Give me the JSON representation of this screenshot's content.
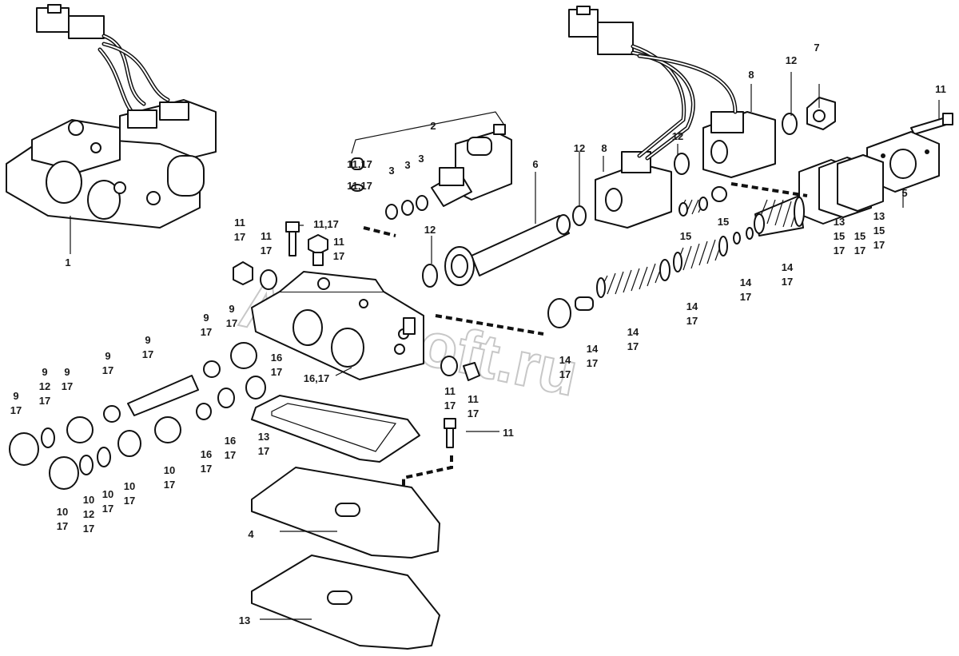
{
  "watermark": "AutoSoft.ru",
  "callouts": [
    {
      "id": "c1",
      "lines": [
        "1"
      ]
    },
    {
      "id": "c2",
      "lines": [
        "2"
      ]
    },
    {
      "id": "c3a",
      "lines": [
        "3"
      ]
    },
    {
      "id": "c3b",
      "lines": [
        "3"
      ]
    },
    {
      "id": "c3c",
      "lines": [
        "3"
      ]
    },
    {
      "id": "c4",
      "lines": [
        "4"
      ]
    },
    {
      "id": "c5",
      "lines": [
        "5"
      ]
    },
    {
      "id": "c6",
      "lines": [
        "6"
      ]
    },
    {
      "id": "c7",
      "lines": [
        "7"
      ]
    },
    {
      "id": "c8a",
      "lines": [
        "8"
      ]
    },
    {
      "id": "c8b",
      "lines": [
        "8"
      ]
    },
    {
      "id": "c11a",
      "lines": [
        "11"
      ]
    },
    {
      "id": "c11b",
      "lines": [
        "11"
      ]
    },
    {
      "id": "c12a",
      "lines": [
        "12"
      ]
    },
    {
      "id": "c12b",
      "lines": [
        "12"
      ]
    },
    {
      "id": "c12c",
      "lines": [
        "12"
      ]
    },
    {
      "id": "c12d",
      "lines": [
        "12"
      ]
    },
    {
      "id": "c1117a",
      "lines": [
        "11,17"
      ]
    },
    {
      "id": "c1117b",
      "lines": [
        "11,17"
      ]
    },
    {
      "id": "c1117c",
      "lines": [
        "11,17"
      ]
    },
    {
      "id": "c1117d",
      "lines": [
        "11",
        "17"
      ]
    },
    {
      "id": "c1117e",
      "lines": [
        "11",
        "17"
      ]
    },
    {
      "id": "c1117f",
      "lines": [
        "11",
        "17"
      ]
    },
    {
      "id": "c1117g",
      "lines": [
        "11",
        "17"
      ]
    },
    {
      "id": "c1117h",
      "lines": [
        "11",
        "17"
      ]
    },
    {
      "id": "c917a",
      "lines": [
        "9",
        "17"
      ]
    },
    {
      "id": "c917b",
      "lines": [
        "9",
        "17"
      ]
    },
    {
      "id": "c917c",
      "lines": [
        "9",
        "17"
      ]
    },
    {
      "id": "c917d",
      "lines": [
        "9",
        "17"
      ]
    },
    {
      "id": "c917e",
      "lines": [
        "9",
        "17"
      ]
    },
    {
      "id": "c917f",
      "lines": [
        "9",
        "17"
      ]
    },
    {
      "id": "c91217",
      "lines": [
        "9",
        "12",
        "17"
      ]
    },
    {
      "id": "c1017a",
      "lines": [
        "10",
        "17"
      ]
    },
    {
      "id": "c1017b",
      "lines": [
        "10",
        "17"
      ]
    },
    {
      "id": "c1017c",
      "lines": [
        "10",
        "17"
      ]
    },
    {
      "id": "c1017d",
      "lines": [
        "10",
        "17"
      ]
    },
    {
      "id": "c101217",
      "lines": [
        "10",
        "12",
        "17"
      ]
    },
    {
      "id": "c1617a",
      "lines": [
        "16",
        "17"
      ]
    },
    {
      "id": "c1617b",
      "lines": [
        "16",
        "17"
      ]
    },
    {
      "id": "c1617c",
      "lines": [
        "16",
        "17"
      ]
    },
    {
      "id": "c1617d",
      "lines": [
        "16,17"
      ]
    },
    {
      "id": "c1317a",
      "lines": [
        "13",
        "17"
      ]
    },
    {
      "id": "c13",
      "lines": [
        "13"
      ]
    },
    {
      "id": "c1417a",
      "lines": [
        "14",
        "17"
      ]
    },
    {
      "id": "c1417b",
      "lines": [
        "14",
        "17"
      ]
    },
    {
      "id": "c1417c",
      "lines": [
        "14",
        "17"
      ]
    },
    {
      "id": "c1417d",
      "lines": [
        "14",
        "17"
      ]
    },
    {
      "id": "c1417e",
      "lines": [
        "14",
        "17"
      ]
    },
    {
      "id": "c1417f",
      "lines": [
        "14",
        "17"
      ]
    },
    {
      "id": "c15a",
      "lines": [
        "15"
      ]
    },
    {
      "id": "c15b",
      "lines": [
        "15"
      ]
    },
    {
      "id": "c131517a",
      "lines": [
        "13",
        "15",
        "17"
      ]
    },
    {
      "id": "c1517",
      "lines": [
        "15",
        "17"
      ]
    },
    {
      "id": "c131517b",
      "lines": [
        "13",
        "15",
        "17"
      ]
    }
  ]
}
